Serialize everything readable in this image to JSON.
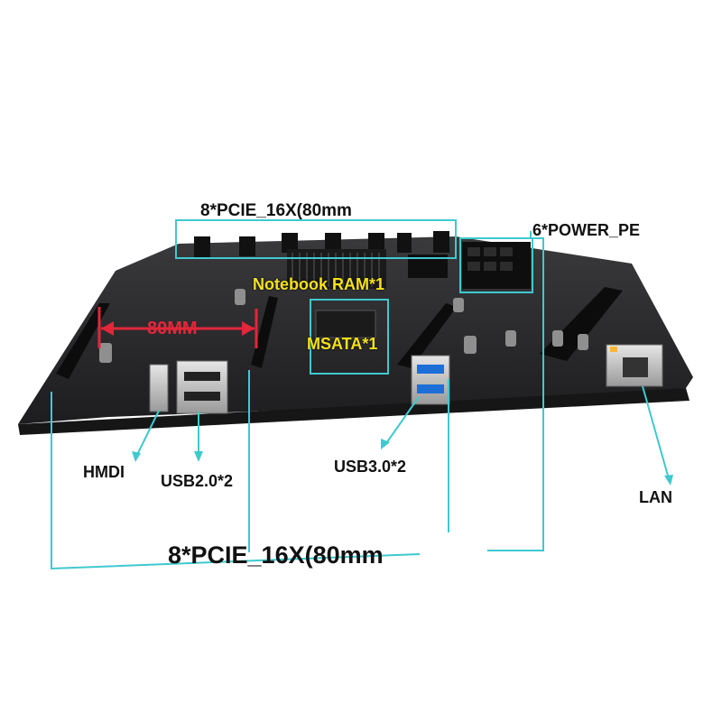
{
  "labels": {
    "pcie_top": "8*PCIE_16X(80mm",
    "power": "6*POWER_PE",
    "ram": "Notebook RAM*1",
    "spacing": "80MM",
    "msata": "MSATA*1",
    "hdmi": "HMDI",
    "usb2": "USB2.0*2",
    "usb3": "USB3.0*2",
    "lan": "LAN",
    "pcie_bottom": "8*PCIE_16X(80mm"
  },
  "colors": {
    "callout_line": "#3fc9cf",
    "board": "#2a2a2c",
    "highlight_text": "#f5e21b",
    "dimension": "#e3263a",
    "label_text": "#111111"
  },
  "icons": [
    "hdmi-port-icon",
    "usb-port-icon",
    "ethernet-port-icon",
    "pcie-slot-icon",
    "heatsink-icon",
    "capacitor-icon"
  ]
}
